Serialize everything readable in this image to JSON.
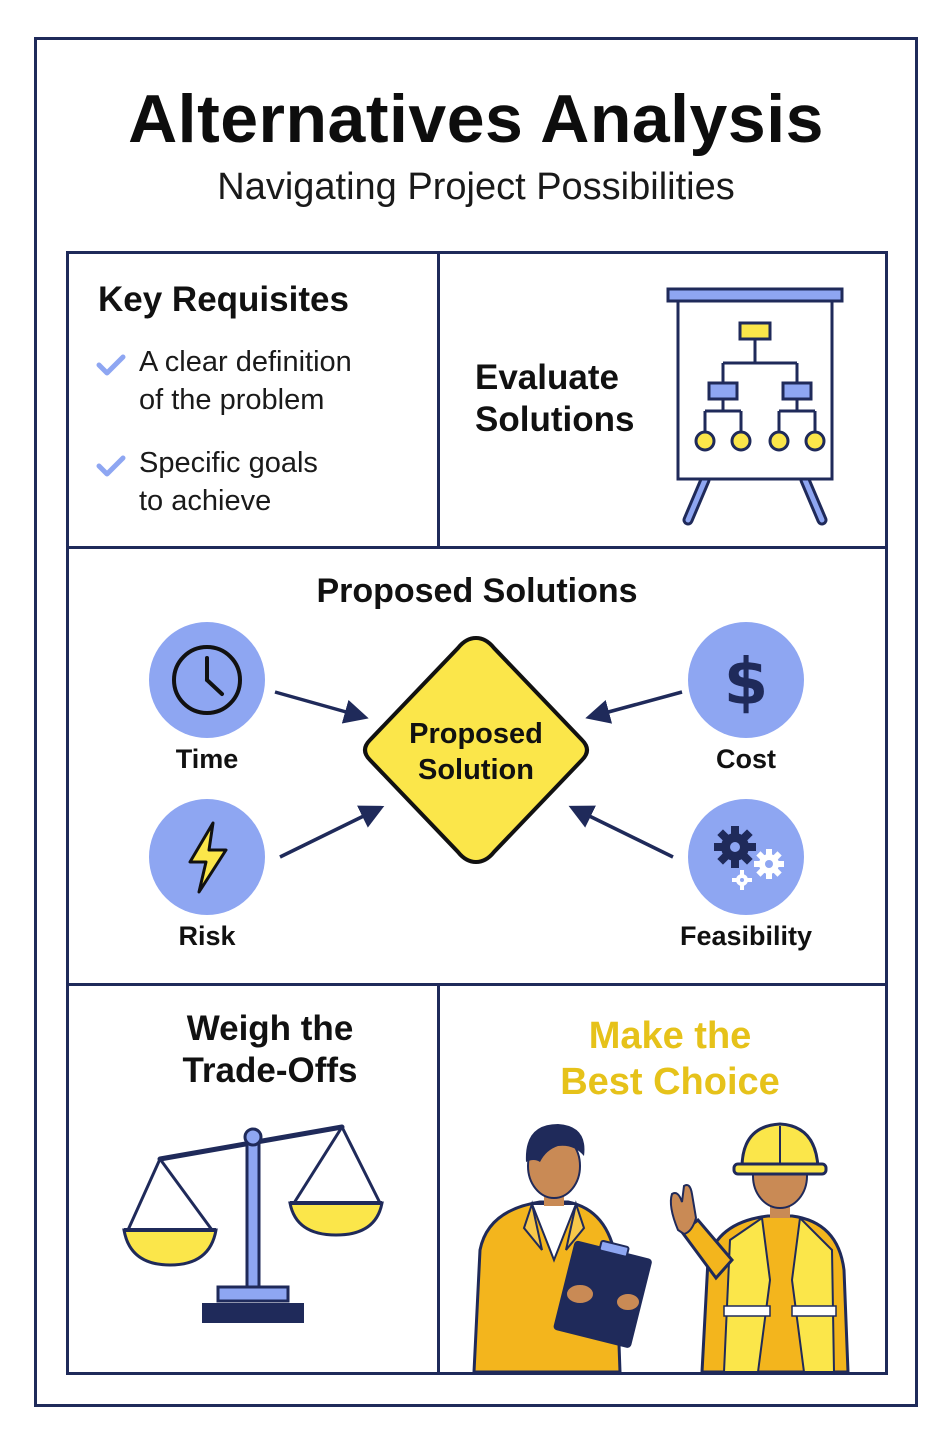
{
  "header": {
    "title": "Alternatives Analysis",
    "subtitle": "Navigating Project Possibilities"
  },
  "requisites": {
    "heading": "Key Requisites",
    "items": [
      {
        "line1": "A clear definition",
        "line2": "of the problem"
      },
      {
        "line1": "Specific goals",
        "line2": "to achieve"
      }
    ]
  },
  "evaluate": {
    "line1": "Evaluate",
    "line2": "Solutions"
  },
  "proposed": {
    "heading": "Proposed Solutions",
    "center_line1": "Proposed",
    "center_line2": "Solution",
    "factors": {
      "time": "Time",
      "cost": "Cost",
      "risk": "Risk",
      "feasibility": "Feasibility"
    }
  },
  "weigh": {
    "line1": "Weigh the",
    "line2": "Trade-Offs"
  },
  "best": {
    "line1": "Make the",
    "line2": "Best Choice"
  },
  "colors": {
    "navy": "#1f2a5a",
    "accent_blue": "#8ea6f2",
    "accent_yellow": "#fbe64a",
    "heading_yellow": "#e6c21a",
    "jacket_orange": "#f3b51d"
  },
  "icons": [
    "check-icon",
    "flowchart-easel-icon",
    "clock-icon",
    "dollar-icon",
    "lightning-icon",
    "gears-icon",
    "balance-scale-icon"
  ]
}
